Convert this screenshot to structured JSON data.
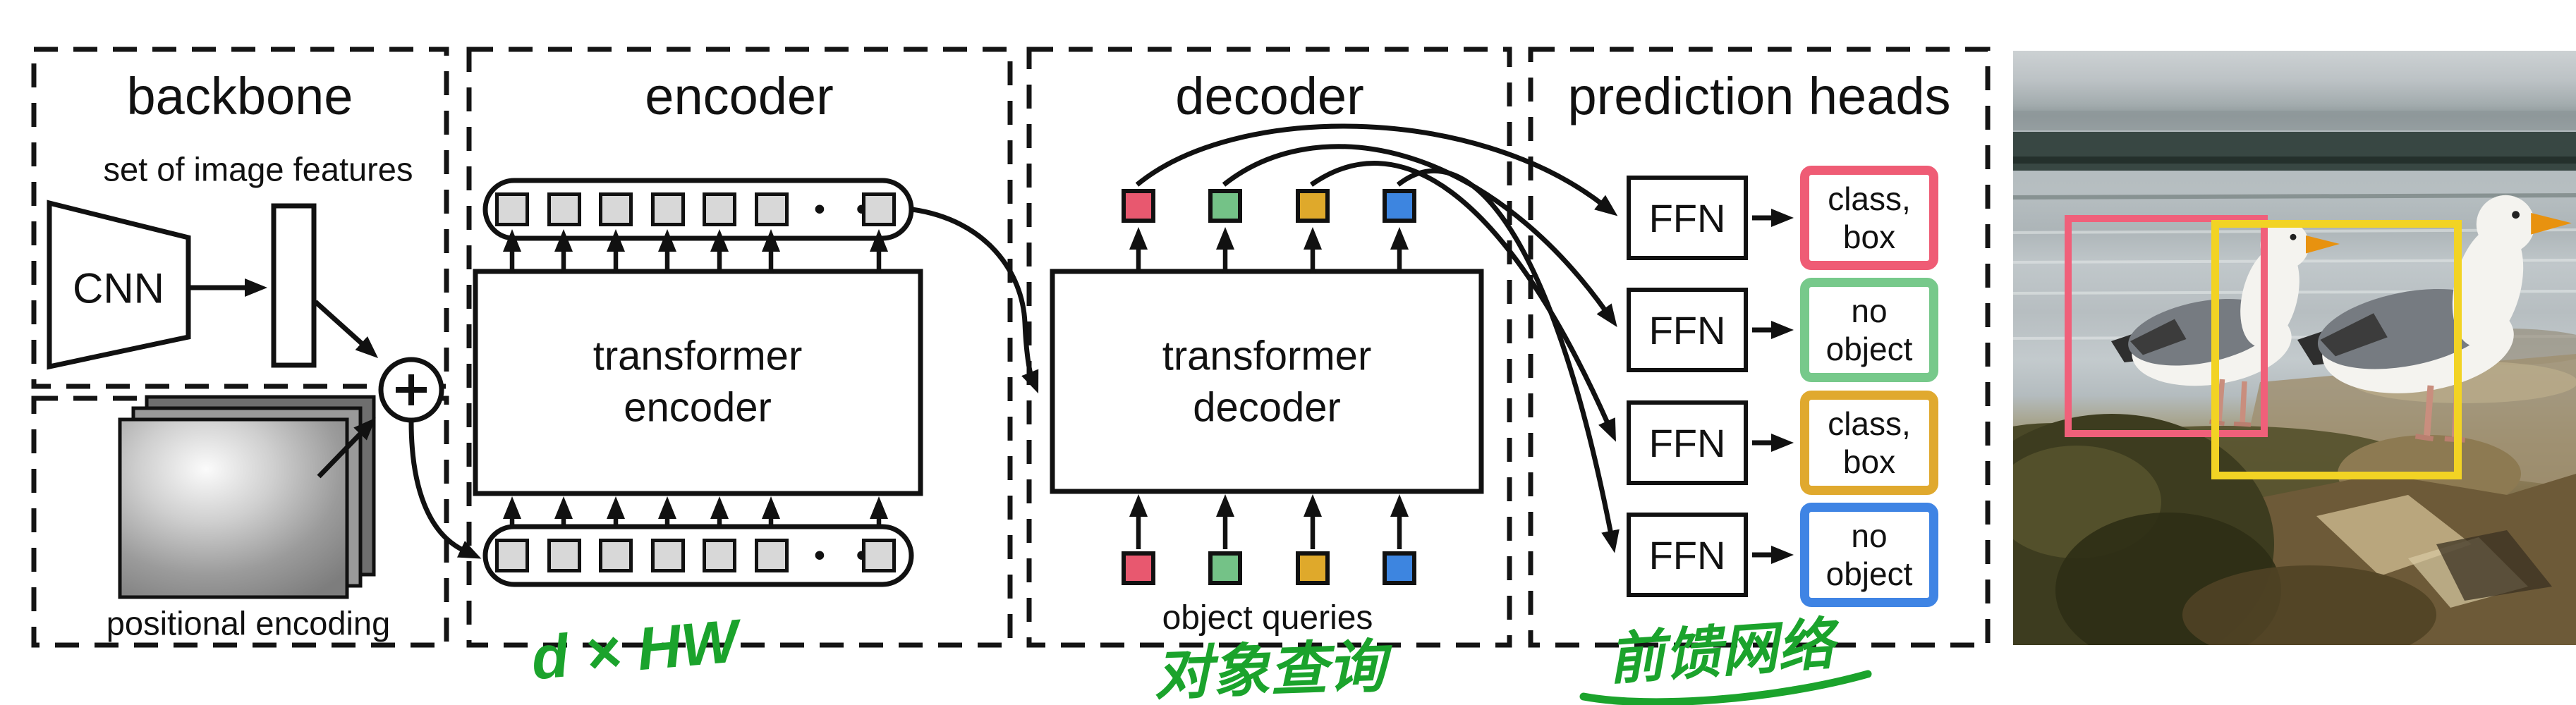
{
  "sections": {
    "backbone": {
      "title": "backbone",
      "features_label": "set of image features",
      "cnn_label": "CNN",
      "plus_label": "+",
      "positional_label": "positional encoding"
    },
    "encoder": {
      "title": "encoder",
      "block_line1": "transformer",
      "block_line2": "encoder",
      "dots": "• • •",
      "token_count": 7,
      "token_color": "#d8d8d8",
      "annotation": {
        "text": "d × HW",
        "color": "#1ba32c"
      }
    },
    "decoder": {
      "title": "decoder",
      "block_line1": "transformer",
      "block_line2": "decoder",
      "queries_label": "object queries",
      "query_colors": [
        "#e8586f",
        "#74c287",
        "#dfa92b",
        "#3d85e0"
      ],
      "annotation": {
        "text": "对象查询",
        "color": "#1ba32c"
      }
    },
    "prediction_heads": {
      "title": "prediction heads",
      "ffn_label": "FFN",
      "outputs": [
        {
          "line1": "class,",
          "line2": "box",
          "color": "#ef5c75"
        },
        {
          "line1": "no",
          "line2": "object",
          "color": "#77c98b"
        },
        {
          "line1": "class,",
          "line2": "box",
          "color": "#e0a92e"
        },
        {
          "line1": "no",
          "line2": "object",
          "color": "#3f84e4"
        }
      ],
      "annotation": {
        "text": "前馈网络",
        "color": "#1ba32c"
      }
    }
  },
  "photo": {
    "description": "two seagulls standing on coastal rocks",
    "bounding_boxes": [
      {
        "bird": "left",
        "color": "#f0607a"
      },
      {
        "bird": "right",
        "color": "#f2d324"
      }
    ]
  }
}
